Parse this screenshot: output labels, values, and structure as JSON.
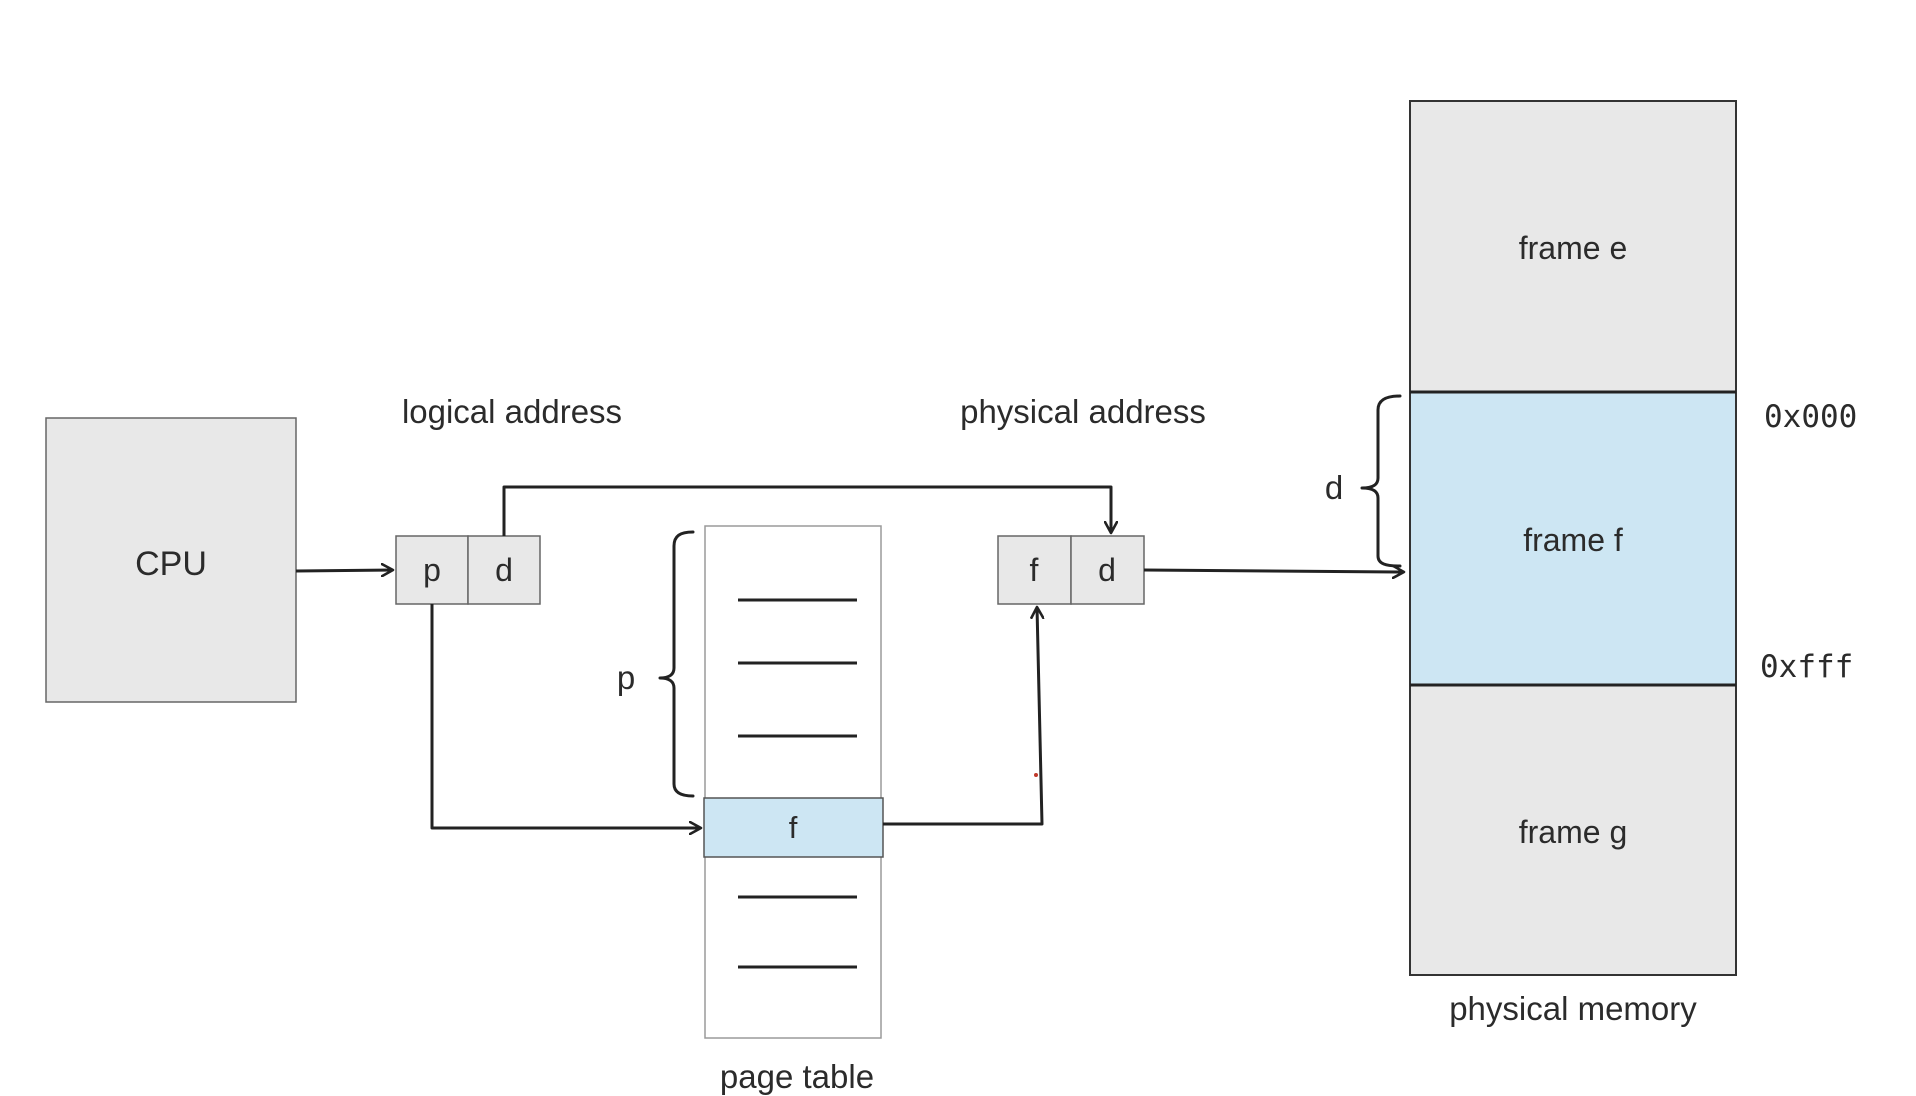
{
  "cpu": {
    "label": "CPU"
  },
  "logical_address": {
    "caption": "logical address",
    "fields": [
      "p",
      "d"
    ]
  },
  "physical_address": {
    "caption": "physical address",
    "fields": [
      "f",
      "d"
    ]
  },
  "page_table": {
    "caption": "page table",
    "highlighted_entry": "f",
    "brace_label": "p"
  },
  "physical_memory": {
    "caption": "physical memory",
    "frames": [
      "frame e",
      "frame f",
      "frame g"
    ],
    "brace_label": "d",
    "addr_start": "0x000",
    "addr_end": "0xfff"
  },
  "colors": {
    "box_gray": "#e8e8e8",
    "highlight_blue": "#cde6f3",
    "line": "#222222",
    "text": "#2b2b2b"
  }
}
